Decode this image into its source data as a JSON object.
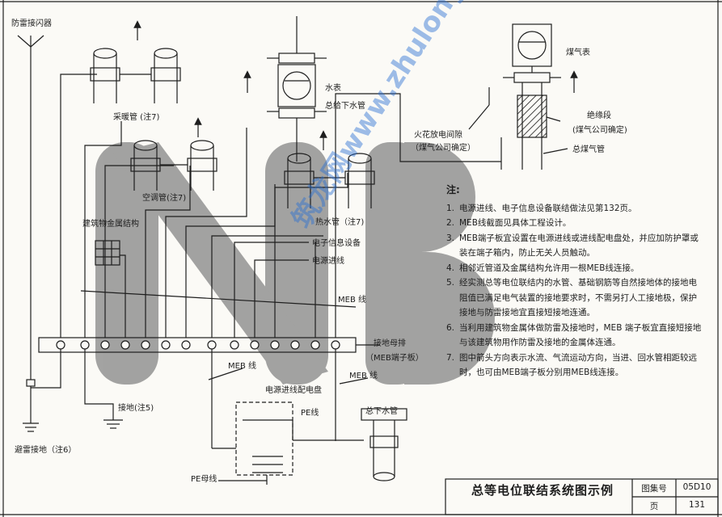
{
  "labels": {
    "lightning_arrester": "防雷接闪器",
    "heating_pipe": "采暖管 (注7)",
    "ac_pipe": "空调管(注7)",
    "building_metal": "建筑物金属结构",
    "water_meter": "水表",
    "water_supply_pipe": "总给下水管",
    "hot_water_pipe": "热水管（注7)",
    "spark_gap": "火花放电间隙",
    "gas_company_1": "（煤气公司确定）",
    "gas_meter": "煤气表",
    "insulation_section": "绝缘段",
    "gas_company_2": "(煤气公司确定)",
    "main_gas_pipe": "总煤气管",
    "electronic_info": "电子信息设备",
    "power_incoming": "电源进线",
    "meb_line_1": "MEB 线",
    "meb_line_2": "MEB 线",
    "meb_line_3": "MEB 线",
    "bus_bar_1": "接地母排",
    "bus_bar_2": "（MEB端子板）",
    "incoming_panel": "电源进线配电盘",
    "pe_line": "PE线",
    "drain_pipe": "总下水管",
    "grounding": "接地(注5)",
    "lightning_ground": "避雷接地（注6）",
    "pe_bus": "PE母线"
  },
  "notes_heading": "注:",
  "notes": [
    {
      "num": "1.",
      "text": "电源进线、电子信息设备联结做法见第132页。"
    },
    {
      "num": "2.",
      "text": "MEB线截面见具体工程设计。"
    },
    {
      "num": "3.",
      "text": "MEB端子板宜设置在电源进线或进线配电盘处，并应加防护罩或装在端子箱内，防止无关人员触动。"
    },
    {
      "num": "4.",
      "text": "相邻近管道及金属结构允许用一根MEB线连接。"
    },
    {
      "num": "5.",
      "text": "经实测总等电位联结内的水管、基础钢筋等自然接地体的接地电阻值已满足电气装置的接地要求时，不需另打人工接地极，保护接地与防雷接地宜直接短接地连通。"
    },
    {
      "num": "6.",
      "text": "当利用建筑物金属体做防雷及接地时，MEB 端子板宜直接短接地与该建筑物用作防雷及接地的金属体连通。"
    },
    {
      "num": "7.",
      "text": "图中箭头方向表示水流、气流运动方向，当进、回水管相距较远时，也可由MEB端子板分别用MEB线连接。"
    }
  ],
  "watermark": "筑龙网www.zhulong.com",
  "watermark_logo": "NB",
  "title_block": {
    "title": "总等电位联结系统图示例",
    "atlas_label": "图集号",
    "atlas_value": "05D10",
    "page_label": "页",
    "page_value": "131"
  },
  "colors": {
    "line": "#1e1e1e",
    "watermark_logo": "#8a8a8a",
    "watermark_text": "#2f6fd0",
    "paper": "#fbfaf6"
  }
}
